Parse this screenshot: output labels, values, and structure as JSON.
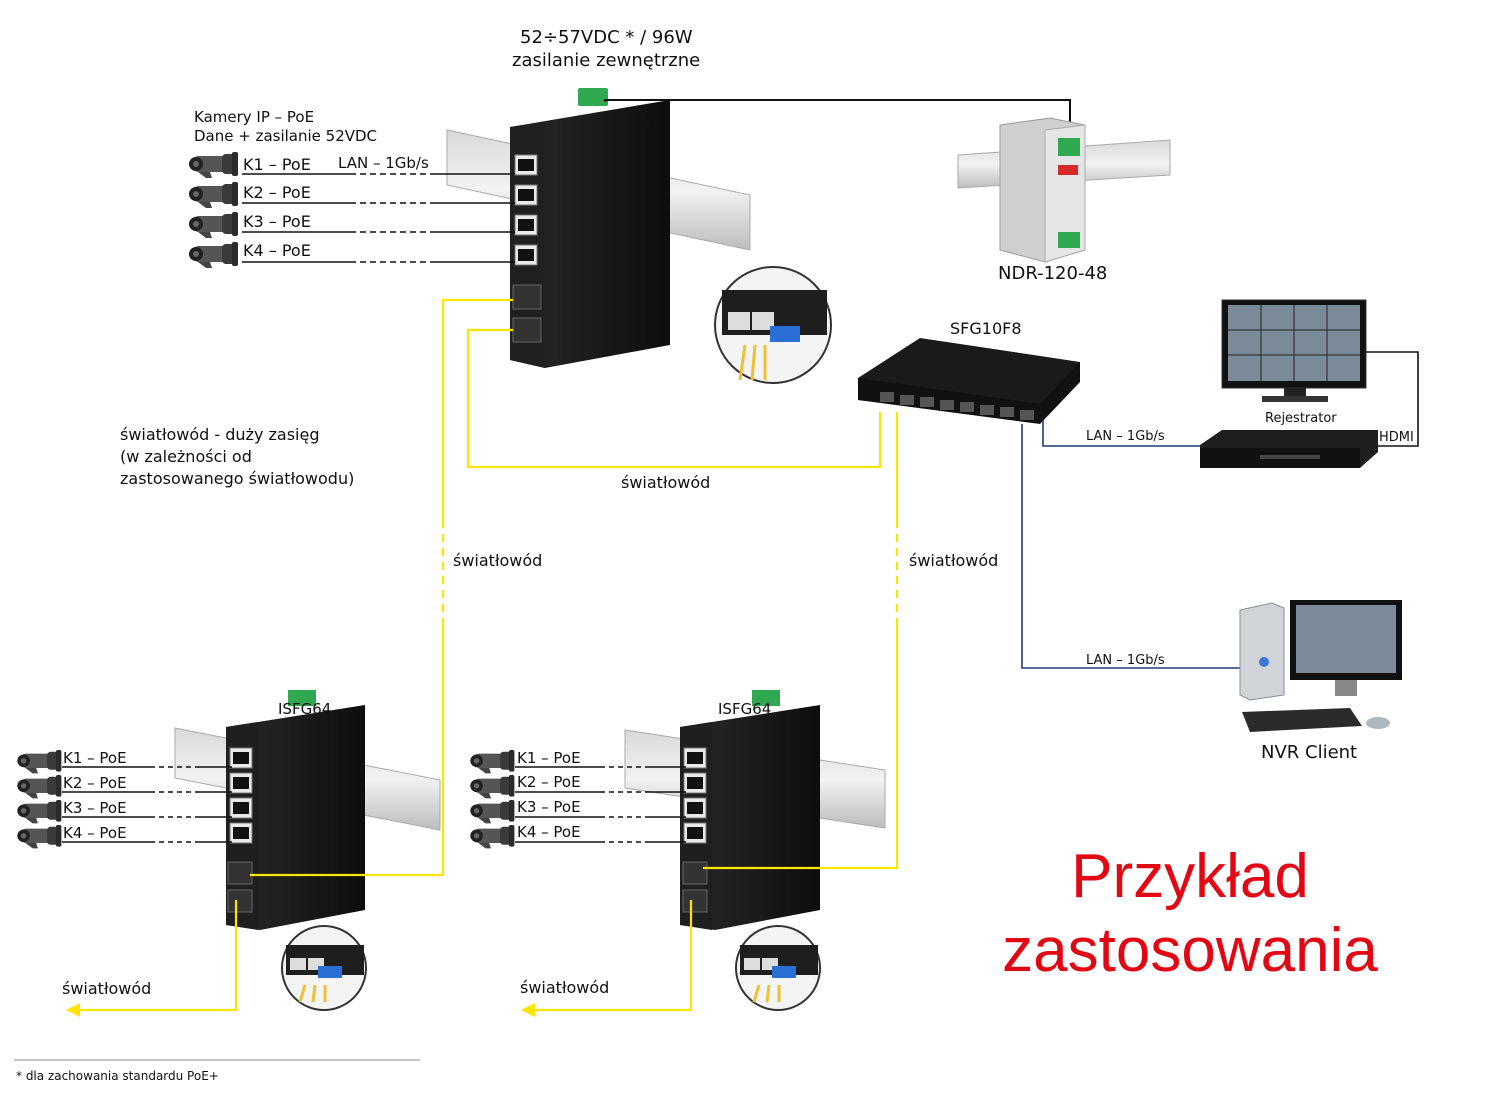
{
  "power": {
    "spec": "52÷57VDC * / 96W",
    "desc": "zasilanie zewnętrzne"
  },
  "psu": {
    "model": "NDR-120-48"
  },
  "cameras_info": {
    "line1": "Kamery IP – PoE",
    "line2": "Dane + zasilanie 52VDC"
  },
  "main_switch": {
    "ports": [
      "K1 – PoE",
      "K2 – PoE",
      "K3 – PoE",
      "K4 – PoE"
    ],
    "lan": "LAN – 1Gb/s"
  },
  "sfg": {
    "model": "SFG10F8"
  },
  "recorder": {
    "label": "Rejestrator",
    "hdmi": "HDMI",
    "lan": "LAN – 1Gb/s"
  },
  "nvr": {
    "label": "NVR Client",
    "lan": "LAN – 1Gb/s"
  },
  "fiber_note": {
    "line1": "światłowód - duży zasięg",
    "line2": "(w zależności od",
    "line3": "zastosowanego światłowodu)"
  },
  "fiber": {
    "center": "światłowód",
    "left": "światłowód",
    "right": "światłowód",
    "bottom_left": "światłowód",
    "bottom_right": "światłowód"
  },
  "switch_left": {
    "model": "ISFG64",
    "ports": [
      "K1 – PoE",
      "K2 – PoE",
      "K3 – PoE",
      "K4 – PoE"
    ]
  },
  "switch_right": {
    "model": "ISFG64",
    "ports": [
      "K1 – PoE",
      "K2 – PoE",
      "K3 – PoE",
      "K4 – PoE"
    ]
  },
  "title": {
    "line1": "Przykład",
    "line2": "zastosowania"
  },
  "footnote": "* dla zachowania standardu PoE+",
  "colors": {
    "fiber": "#ffe400",
    "lan": "#1f3a7a",
    "title": "#e30613",
    "device": "#1a1a1a"
  }
}
